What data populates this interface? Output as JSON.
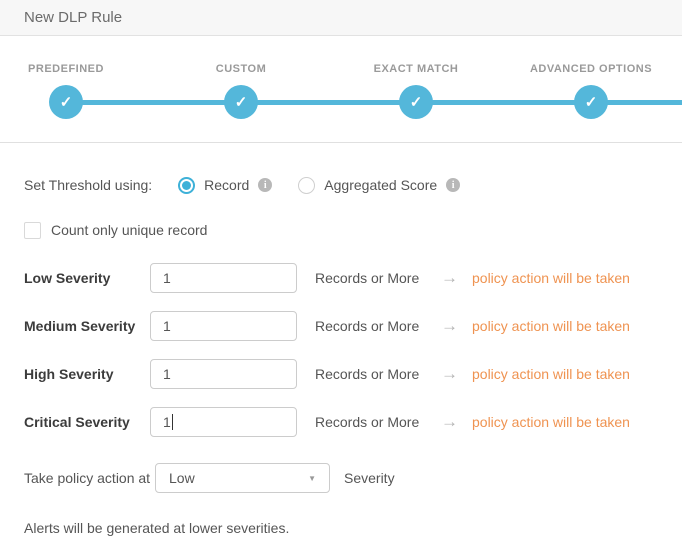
{
  "header": {
    "title": "New DLP Rule"
  },
  "stepper": {
    "check_icon": "✓",
    "steps": [
      {
        "label": "PREDEFINED"
      },
      {
        "label": "CUSTOM"
      },
      {
        "label": "EXACT MATCH"
      },
      {
        "label": "ADVANCED OPTIONS"
      }
    ]
  },
  "threshold": {
    "label": "Set Threshold using:",
    "info_icon": "i",
    "options": [
      {
        "label": "Record",
        "selected": true
      },
      {
        "label": "Aggregated Score",
        "selected": false
      }
    ]
  },
  "unique_checkbox": {
    "label": "Count only unique record",
    "checked": false
  },
  "arrow_icon": "→",
  "severity_rows": [
    {
      "label": "Low Severity",
      "value": "1",
      "suffix": "Records or More",
      "action": "policy action will be taken"
    },
    {
      "label": "Medium Severity",
      "value": "1",
      "suffix": "Records or More",
      "action": "policy action will be taken"
    },
    {
      "label": "High Severity",
      "value": "1",
      "suffix": "Records or More",
      "action": "policy action will be taken"
    },
    {
      "label": "Critical Severity",
      "value": "1",
      "suffix": "Records or More",
      "action": "policy action will be taken",
      "focused": true
    }
  ],
  "policy_action": {
    "prefix": "Take policy action at",
    "selected_value": "Low",
    "dropdown_caret": "▼",
    "suffix": "Severity"
  },
  "footer_note": "Alerts will be generated at lower severities.",
  "colors": {
    "accent_blue": "#54b7da",
    "accent_orange": "#ef9351"
  }
}
